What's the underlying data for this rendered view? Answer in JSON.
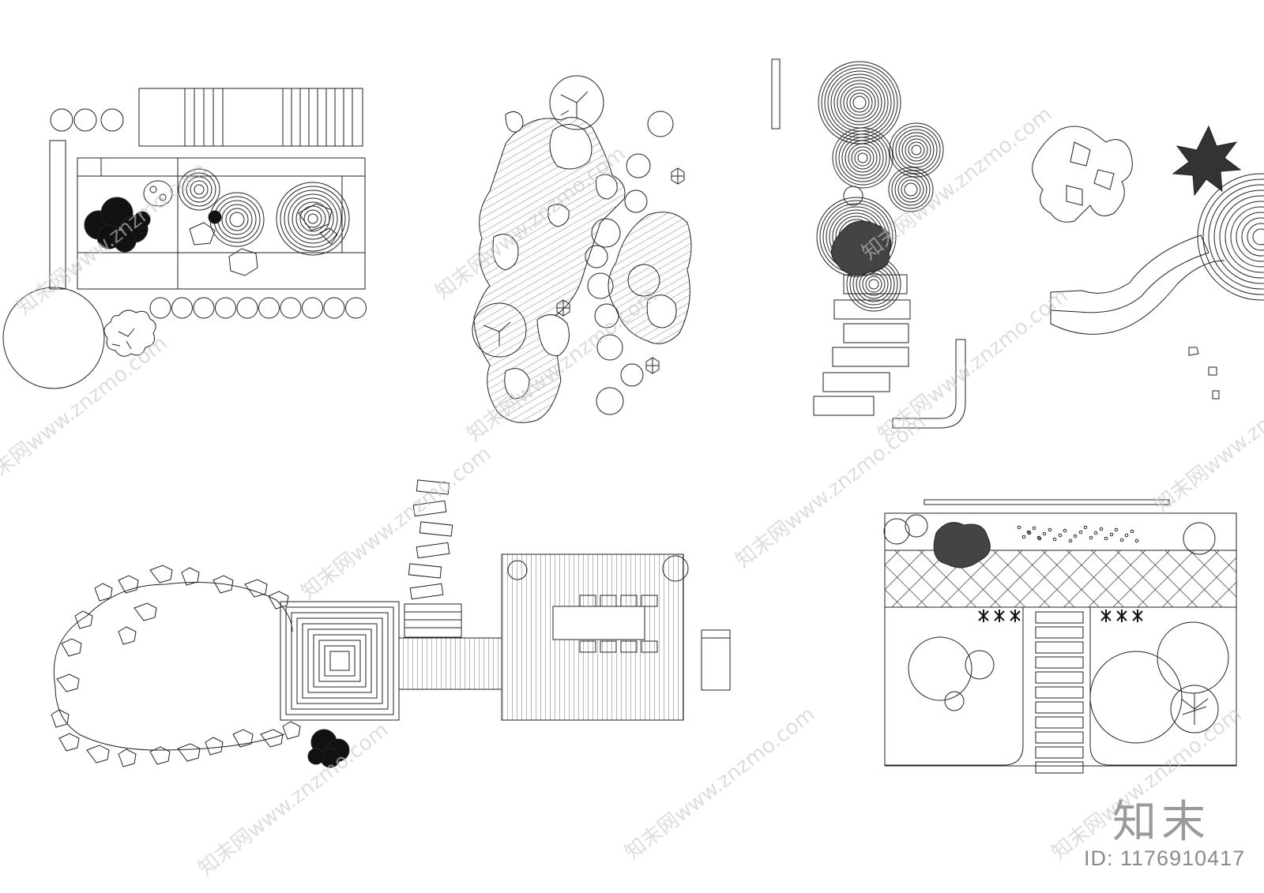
{
  "watermark": {
    "text": "知末网www.znzmo.com",
    "color": "#c8c8c8"
  },
  "brand": {
    "logo_text": "知末",
    "id_label": "ID: 1176910417",
    "color": "#8a8a8a"
  },
  "drawing": {
    "line_color": "#222222",
    "hatch_color": "#555555",
    "background": "#ffffff",
    "plans": [
      {
        "name": "zen-courtyard-plan"
      },
      {
        "name": "pond-stepping-stone-plan"
      },
      {
        "name": "circular-ripple-stairs-plan"
      },
      {
        "name": "circular-plaza-path-plan"
      },
      {
        "name": "deck-pavilion-loop-path-plan"
      },
      {
        "name": "terrace-garden-plan"
      }
    ]
  }
}
